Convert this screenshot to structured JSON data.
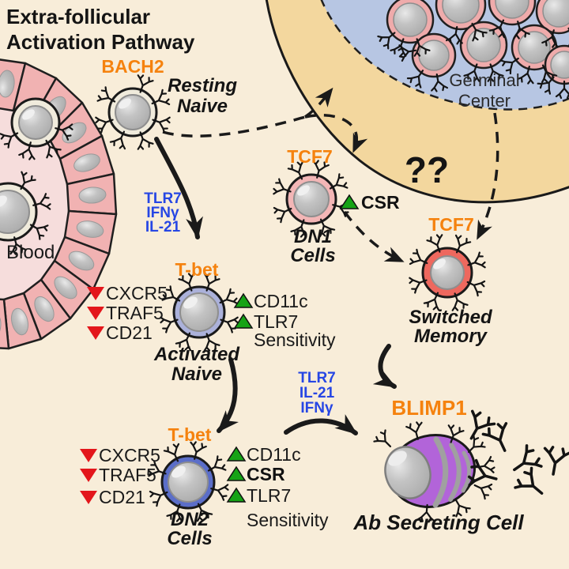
{
  "title": {
    "line1": "Extra-follicular",
    "line2": "Activation Pathway"
  },
  "blood_vessel": {
    "label": "Blood"
  },
  "germinal_center": {
    "label_line1": "Germinal",
    "label_line2": "Center",
    "question_marks": "??"
  },
  "pathway_cells": {
    "resting_naive": {
      "factor": "BACH2",
      "label_line1": "Resting",
      "label_line2": "Naive"
    },
    "dn1": {
      "factor": "TCF7",
      "label_line1": "DN1",
      "label_line2": "Cells",
      "increased_csr": "CSR"
    },
    "switched_memory": {
      "factor": "TCF7",
      "label_line1": "Switched",
      "label_line2": "Memory"
    },
    "activated_naive": {
      "factor": "T-bet",
      "label_line1": "Activated",
      "label_line2": "Naive",
      "decreased": [
        "CXCR5",
        "TRAF5",
        "CD21"
      ],
      "increased": [
        "CD11c",
        "TLR7"
      ],
      "increased_suffix": "Sensitivity"
    },
    "dn2": {
      "factor": "T-bet",
      "label_line1": "DN2",
      "label_line2": "Cells",
      "decreased": [
        "CXCR5",
        "TRAF5",
        "CD21"
      ],
      "increased": [
        "CD11c",
        "CSR",
        "TLR7"
      ],
      "increased_suffix": "Sensitivity"
    },
    "ab_secreting_cell": {
      "factor": "BLIMP1",
      "label": "Ab Secreting Cell"
    }
  },
  "cytokine_signals": {
    "naive_activation": [
      "TLR7",
      "IFNγ",
      "IL-21"
    ],
    "asc_differentiation": [
      "TLR7",
      "IL-21",
      "IFNγ"
    ]
  },
  "colors": {
    "background": "#F8EDD9",
    "follicle_ring": "#F3D79E",
    "germinal_center_fill": "#B7C6E3",
    "factor_orange": "#F5820E",
    "cytokine_blue": "#2646E4",
    "decrease_red": "#E3161B",
    "increase_green": "#16A316",
    "resting_naive_fill": "#F0EBDC",
    "dn1_fill": "#F3B6B6",
    "switched_memory_fill": "#EE685E",
    "activated_naive_fill": "#ABB1DA",
    "dn2_fill": "#5B6EC8",
    "asc_fill": "#B264D9",
    "vessel_cell_fill": "#F1B2B2",
    "blood_fill": "#F6DDDC",
    "gc_cell_fill": "#EFABAB"
  }
}
